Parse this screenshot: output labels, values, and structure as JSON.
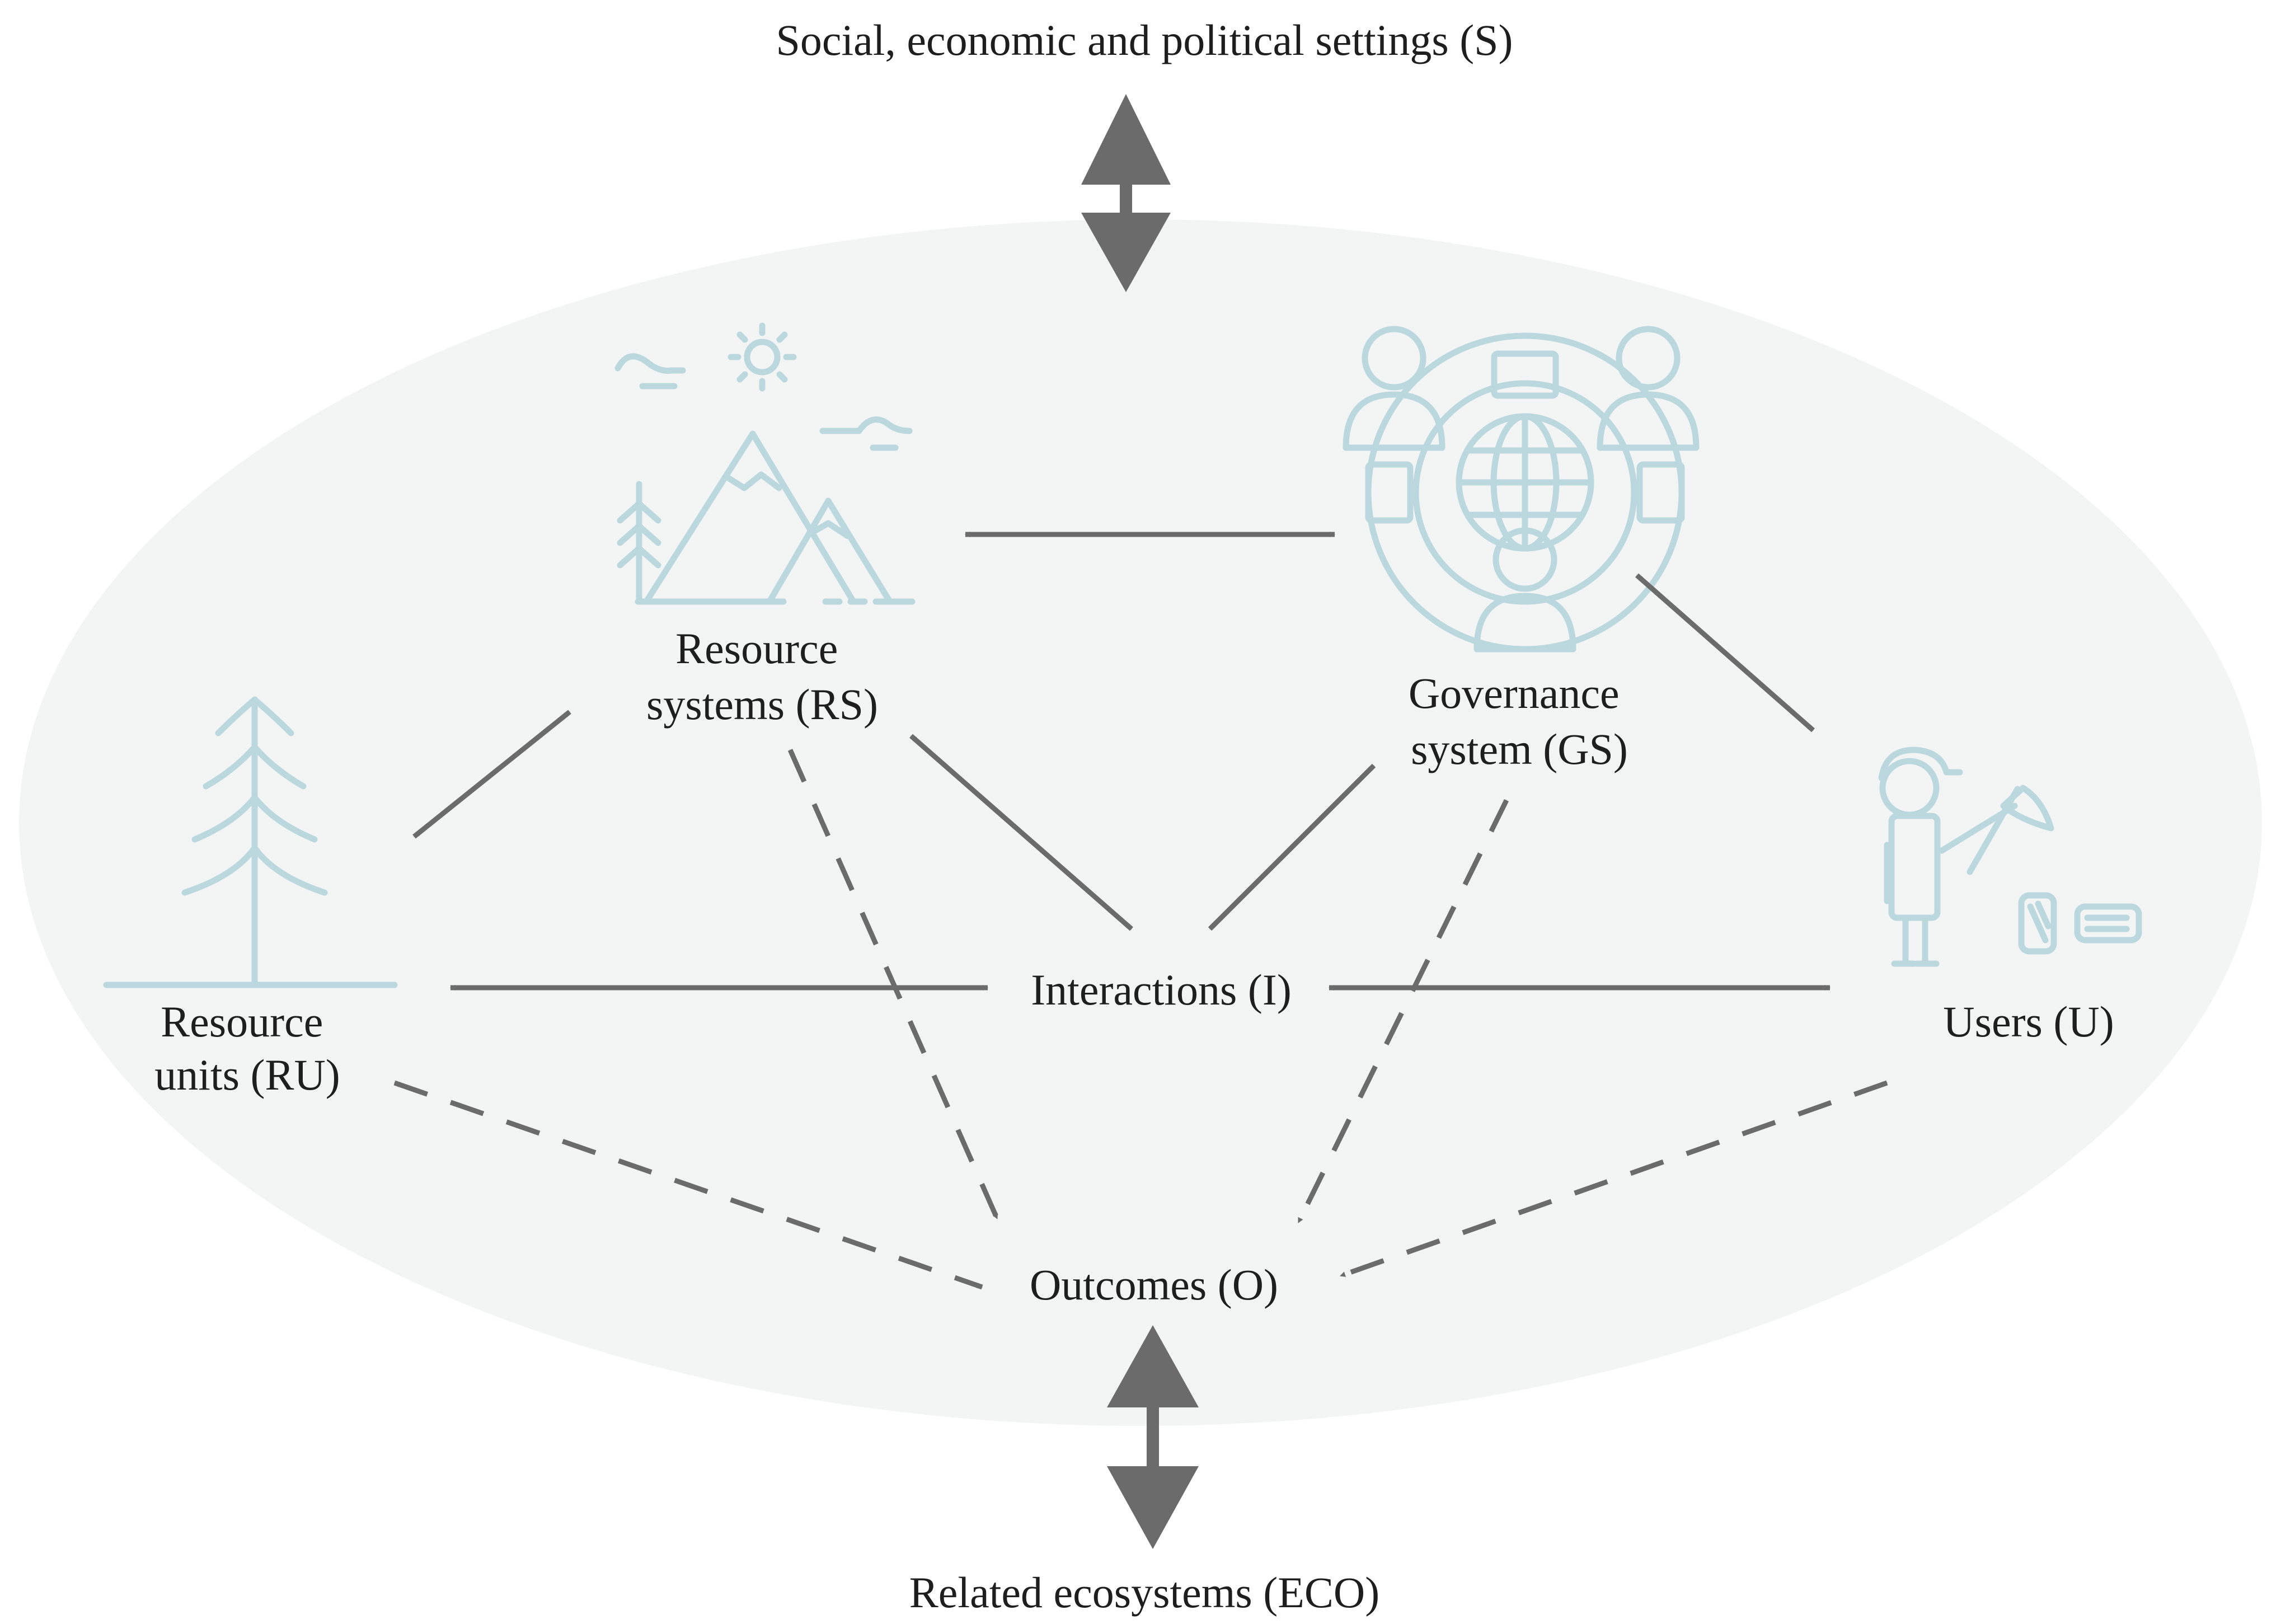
{
  "diagram": {
    "title": "Social, economic and political settings (S)",
    "bottom_label": "Related ecosystems (ECO)",
    "nodes": {
      "rs": [
        "Resource",
        "systems (RS)"
      ],
      "gs": [
        "Governance",
        "system (GS)"
      ],
      "ru": [
        "Resource",
        "units (RU)"
      ],
      "u": "Users (U)",
      "i": "Interactions (I)",
      "o": "Outcomes (O)"
    },
    "icons": {
      "rs": "mountain-landscape-icon",
      "gs": "governance-gear-people-icon",
      "ru": "tree-icon",
      "u": "lumberjack-user-icon"
    },
    "links": {
      "solid": [
        "S-SES",
        "RS-GS",
        "GS-U",
        "RU-RS",
        "RS-I",
        "GS-I",
        "RU-I",
        "I-U",
        "O-ECO"
      ],
      "dashed": [
        "RS-O",
        "GS-O",
        "RU-O",
        "U-O"
      ]
    },
    "colors": {
      "background_ellipse": "#f3f5f5",
      "icon": "#bcd8df",
      "arrow": "#6b6b6b",
      "text": "#1e1e1e"
    }
  }
}
